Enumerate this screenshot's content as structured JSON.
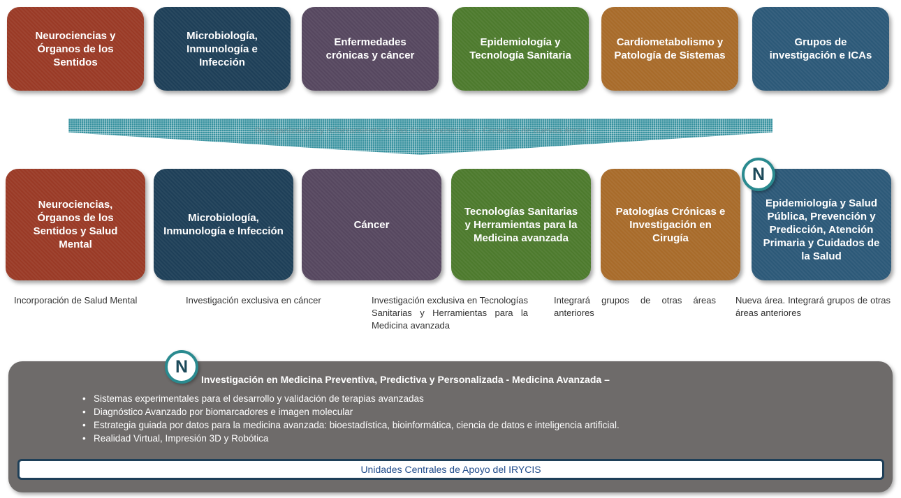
{
  "top_areas": [
    "Neurociencias y Órganos de los Sentidos",
    "Microbiología, Inmunología e Infección",
    "Enfermedades crónicas y cáncer",
    "Epidemiología y Tecnología Sanitaria",
    "Cardiometabolismo y Patología de Sistemas",
    "Grupos de investigación e ICAs"
  ],
  "arrow_label": "Reorganización y reforzamiento de las áreas existentes - Creación de nuevas áreas",
  "new_areas": [
    "Neurociencias, Órganos de los Sentidos y Salud Mental",
    "Microbiología, Inmunología e Infección",
    "Cáncer",
    "Tecnologías Sanitarias y Herramientas para la Medicina avanzada",
    "Patologías Crónicas e Investigación en Cirugía",
    "Epidemiología y Salud Pública, Prevención y Predicción, Atención Primaria y Cuidados de la Salud"
  ],
  "notes": [
    "Incorporación de Salud Mental",
    "Investigación exclusiva en cáncer",
    "Investigación exclusiva en Tecnologías Sanitarias y Herramientas para la Medicina avanzada",
    "Integrará grupos de otras áreas anteriores",
    "Nueva área. Integrará grupos de otras áreas anteriores"
  ],
  "badge_letter": "N",
  "panel": {
    "title": "Investigación en Medicina Preventiva, Predictiva y Personalizada - Medicina Avanzada –",
    "bullets": [
      "Sistemas experimentales para el desarrollo y validación de terapias avanzadas",
      "Diagnóstico Avanzado por biomarcadores e imagen molecular",
      "Estrategia guiada por datos para la medicina avanzada: bioestadística, bioinformática, ciencia de datos e inteligencia artificial.",
      "Realidad Virtual, Impresión 3D y Robótica"
    ],
    "units_label": "Unidades Centrales de Apoyo del IRYCIS"
  },
  "colors": {
    "red": "#9a3a26",
    "navy": "#1e3f58",
    "purple": "#56475f",
    "green": "#4d7a2d",
    "orange": "#a86b2a",
    "blue": "#2c5978",
    "panel": "#6e6b6a",
    "badge_ring": "#2a8a8f",
    "arrow": "#35919e"
  }
}
